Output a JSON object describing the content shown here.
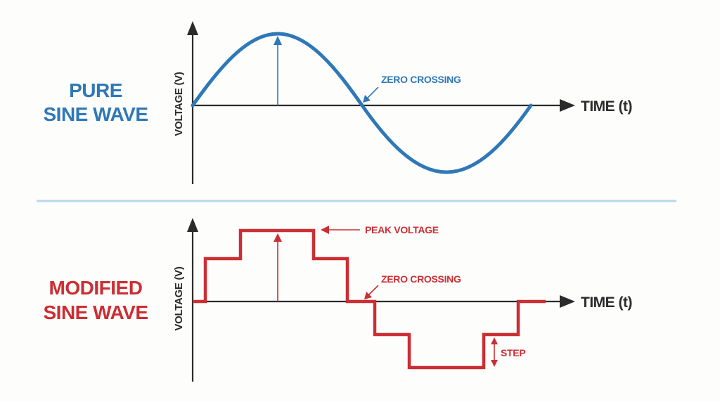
{
  "colors": {
    "background": "#fdfdfc",
    "pure": "#2e78b8",
    "modified": "#cc2e33",
    "axis": "#2b2b2b",
    "divider": "#b9d8ea"
  },
  "pure_panel": {
    "title_line1": "PURE",
    "title_line2": "SINE WAVE",
    "y_axis_label": "VOLTAGE (V)",
    "x_axis_label": "TIME (t)",
    "annotation_zero_crossing": "ZERO CROSSING"
  },
  "modified_panel": {
    "title_line1": "MODIFIED",
    "title_line2": "SINE WAVE",
    "y_axis_label": "VOLTAGE (V)",
    "x_axis_label": "TIME (t)",
    "annotation_peak_voltage": "PEAK VOLTAGE",
    "annotation_zero_crossing": "ZERO CROSSING",
    "annotation_step": "STEP"
  },
  "icons": {
    "axis_arrow": "arrow-head",
    "peak_arrow": "arrow-up",
    "pointer_arrow": "arrow-diagonal",
    "step_arrow": "double-arrow-vertical"
  }
}
